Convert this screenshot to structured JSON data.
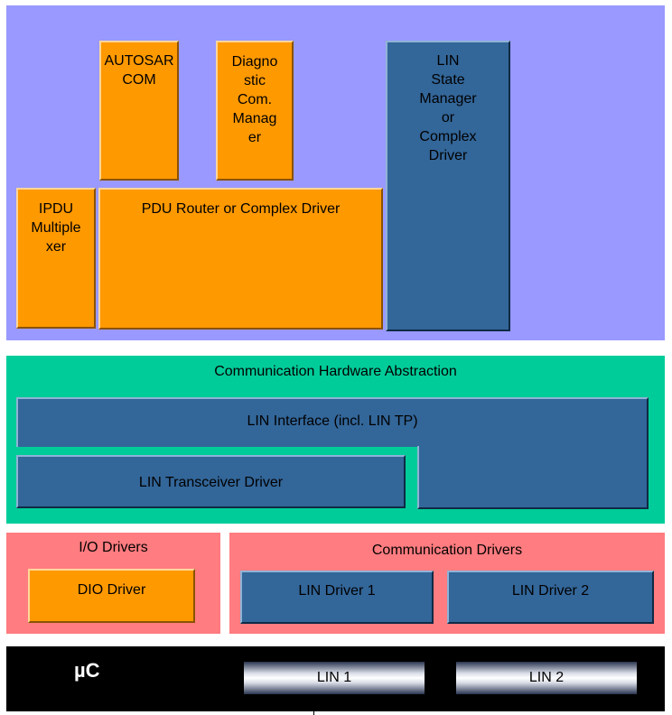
{
  "services_layer": {
    "autosar_com": "AUTOSAR\nCOM",
    "diagnostic_com_manager": "Diagno\nstic\nCom.\nManag\ner",
    "lin_state_manager": "LIN\nState\nManager\nor\nComplex\nDriver",
    "ipdu_multiplexer": "IPDU\nMultiple\nxer",
    "pdu_router": "PDU Router or Complex Driver"
  },
  "hardware_abstraction_layer": {
    "title": "Communication Hardware Abstraction",
    "lin_interface": "LIN Interface (incl. LIN TP)",
    "lin_transceiver_driver": "LIN Transceiver Driver"
  },
  "io_drivers": {
    "title": "I/O Drivers",
    "dio_driver": "DIO Driver"
  },
  "communication_drivers": {
    "title": "Communication Drivers",
    "lin_driver_1": "LIN Driver 1",
    "lin_driver_2": "LIN Driver 2"
  },
  "microcontroller": {
    "label": "µC",
    "lin_1": "LIN 1",
    "lin_2": "LIN 2"
  },
  "colors": {
    "services_bg": "#9999ff",
    "hw_abstraction_bg": "#00cc99",
    "drivers_bg": "#ff7c80",
    "module_orange": "#ff9900",
    "module_blue": "#336699",
    "microcontroller_bg": "#000000"
  }
}
